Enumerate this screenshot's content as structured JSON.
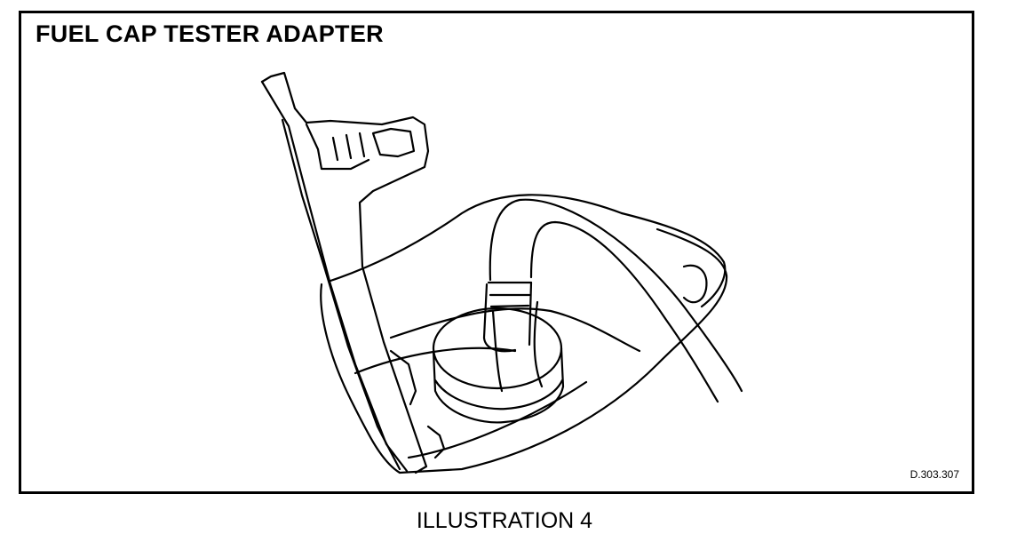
{
  "figure": {
    "title": "FUEL CAP TESTER ADAPTER",
    "code": "D.303.307",
    "caption": "ILLUSTRATION 4"
  }
}
